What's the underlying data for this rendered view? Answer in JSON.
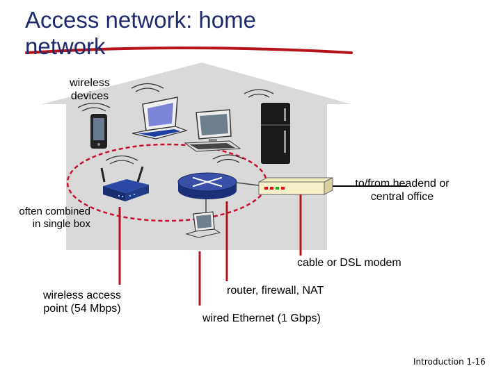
{
  "slide": {
    "title": "Access network: home network",
    "labels": {
      "wireless_devices": [
        "wireless",
        "devices"
      ],
      "headend": [
        "to/from headend or",
        "central office"
      ],
      "combined": [
        "often combined",
        "in single box"
      ],
      "modem": "cable or DSL modem",
      "access_point": [
        "wireless access",
        "point (54 Mbps)"
      ],
      "router": "router, firewall, NAT",
      "ethernet": "wired Ethernet (1 Gbps)"
    },
    "footer": {
      "section": "Introduction",
      "page": "1-16"
    }
  },
  "colors": {
    "house": "#d9d9d9",
    "accent_line": "#b5121b",
    "title": "#1f2a6e",
    "router": "#3a4fa8"
  },
  "icons": [
    "phone-icon",
    "laptop-icon",
    "desktop-icon",
    "fridge-icon",
    "wireless-access-point-icon",
    "router-icon",
    "modem-icon",
    "wifi-signal-icon"
  ]
}
